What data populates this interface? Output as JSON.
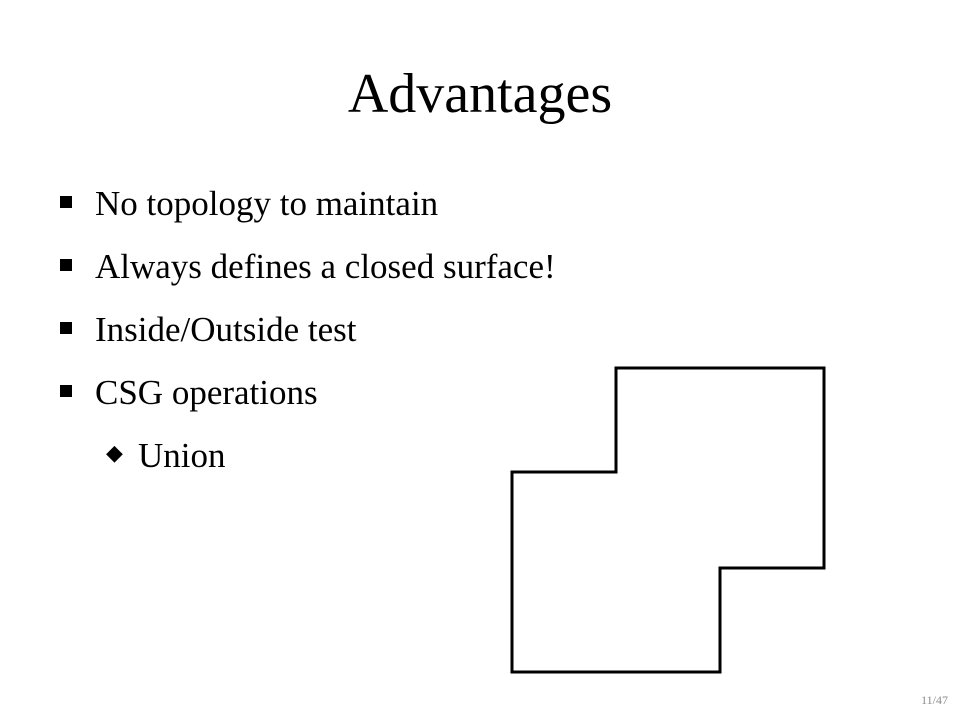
{
  "slide": {
    "title": "Advantages",
    "bullets": [
      "No topology to maintain",
      "Always defines a closed surface!",
      "Inside/Outside test",
      "CSG operations"
    ],
    "sub_bullets": [
      "Union"
    ],
    "page_number": "11/47"
  },
  "figure": {
    "shape": "union-outline",
    "stroke_color": "#000000",
    "fill_color": "#ffffff"
  },
  "colors": {
    "background": "#ffffff",
    "text": "#000000",
    "page_number": "#8c8c8c"
  }
}
